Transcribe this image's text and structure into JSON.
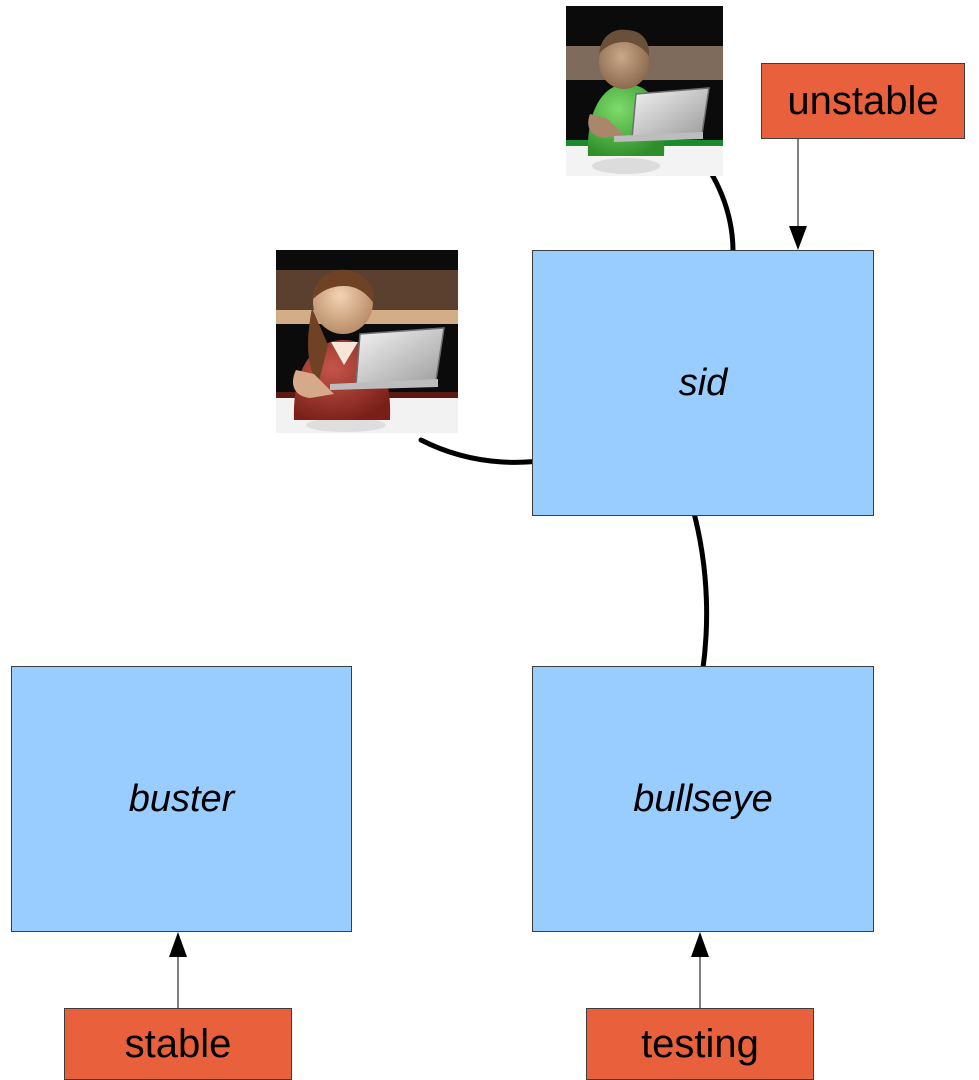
{
  "boxes": {
    "sid": "sid",
    "buster": "buster",
    "bullseye": "bullseye"
  },
  "labels": {
    "unstable": "unstable",
    "stable": "stable",
    "testing": "testing"
  },
  "colors": {
    "box_fill": "#99ccff",
    "label_fill": "#e8603c",
    "arrow": "#000000"
  },
  "icons": {
    "male_developer": "male-developer-icon",
    "female_developer": "female-developer-icon"
  }
}
